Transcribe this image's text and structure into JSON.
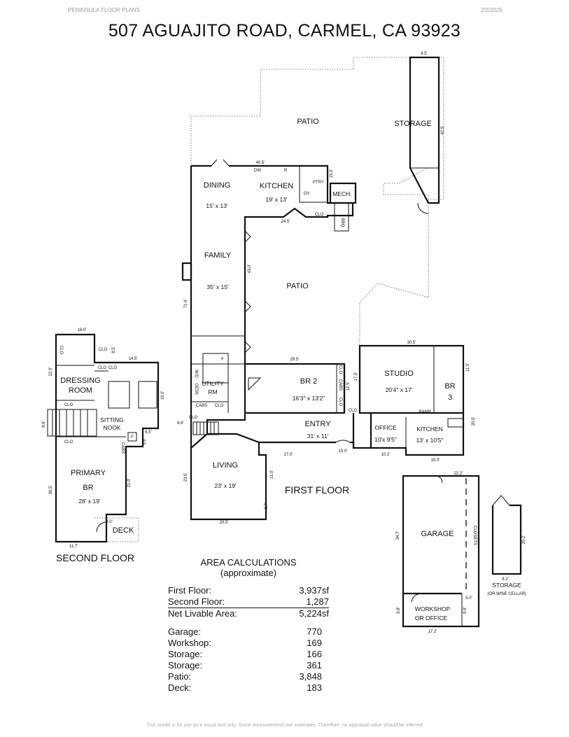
{
  "header": {
    "left": "PENINSULA FLOOR PLANS",
    "right": "2/2/2026",
    "title": "507 AGUAJITO ROAD, CARMEL, CA  93923"
  },
  "floor_labels": {
    "first": "FIRST FLOOR",
    "second": "SECOND FLOOR"
  },
  "rooms": {
    "patio_top": "PATIO",
    "storage_top": "STORAGE",
    "dining": {
      "name": "DINING",
      "size": "15' x 13'"
    },
    "kitchen": {
      "name": "KITCHEN",
      "size": "19' x 13'"
    },
    "pantry": "PTRY",
    "mech": "MECH.",
    "bbq": "BBQ",
    "family": {
      "name": "FAMILY",
      "size": "35' x 15'"
    },
    "patio_mid": "PATIO",
    "utility": {
      "name": "UTILITY",
      "name2": "RM"
    },
    "br2": {
      "name": "BR 2",
      "size": "16'3\" x 13'2\""
    },
    "studio": {
      "name": "STUDIO",
      "size": "20'4\" x 17'"
    },
    "br3": {
      "name": "BR",
      "name2": "3"
    },
    "entry": {
      "name": "ENTRY",
      "size": "31' x 11'"
    },
    "office": {
      "name": "OFFICE",
      "size": "10'x 9'5\""
    },
    "kitchen2": {
      "name": "KITCHEN",
      "size": "13' x 10'5\""
    },
    "living": {
      "name": "LIVING",
      "size": "23' x 19'"
    },
    "garage": "GARAGE",
    "workshop": {
      "name": "WORKSHOP",
      "name2": "OR OFFICE"
    },
    "storage_cellar": {
      "name": "STORAGE",
      "name2": "(OR WINE CELLAR)"
    },
    "dressing": {
      "name": "DRESSING",
      "name2": "ROOM"
    },
    "sitting": {
      "name": "SITTING",
      "name2": "NOOK"
    },
    "primary": {
      "name": "PRIMARY",
      "name2": "BR",
      "size": "28' x 19'"
    },
    "deck": "DECK"
  },
  "small_labels": {
    "clo": "CLO",
    "ramp": "RAMP",
    "dw": "DW",
    "r": "R",
    "ov": "OV",
    "wd": "W/D",
    "desk": "DESK",
    "cabs": "CABS",
    "closets": "CLOSETS",
    "f": "F"
  },
  "dimensions": {
    "d8_5_top": "8.5'",
    "d42_5": "42.5'",
    "d40_5": "40.5'",
    "d15_0_kit": "15.0'",
    "d24_5": "24.5'",
    "d43_0": "43.0'",
    "d71_4": "71.4'",
    "d29_5": "29.5'",
    "d30_5_studio": "30.5'",
    "d11_5": "11.5'",
    "d17_5": "17.5'",
    "d12_5": "12.5'",
    "d20_5": "20.5'",
    "d8_6_first": "8.6'",
    "d17_0": "17.0'",
    "d15_0_entry": "15.0'",
    "d10_2": "10.2'",
    "d19_3": "19.3'",
    "d23_5": "23.5'",
    "d11_0": "11.0'",
    "d6_7": "6.7'",
    "d20_5_living": "20.5'",
    "d22_2": "22.2'",
    "d34_7": "34.7'",
    "d20_2": "20.2'",
    "d8_2": "8.2'",
    "d5_0": "5.0'",
    "d9_8_left": "9.8'",
    "d9_8_right": "9.8'",
    "d17_2": "17.2'",
    "d16_0": "16.0'",
    "d14_5": "14.5'",
    "d8_5_dress": "8.5'",
    "d22_0": "22.0'",
    "d19_0": "19.0'",
    "d8_6_second": "8.6'",
    "d6_5": "6.5'",
    "d5_6": "5.6'",
    "d30_5_primary": "30.5'",
    "d21_0": "21.0'",
    "d9_0": "9.0'",
    "d11_7": "11.7'"
  },
  "area": {
    "title": "AREA CALCULATIONS",
    "subtitle": "(approximate)",
    "rows": [
      {
        "label": "First  Floor:",
        "value": "3,937sf"
      },
      {
        "label": "Second Floor:",
        "value": "1,287"
      },
      {
        "label": "Net Livable Area:",
        "value": "5,224sf"
      }
    ],
    "rows2": [
      {
        "label": "Garage:",
        "value": "770"
      },
      {
        "label": "Workshop:",
        "value": "169"
      },
      {
        "label": "Storage:",
        "value": "166"
      },
      {
        "label": "Storage:",
        "value": "361"
      },
      {
        "label": "Patio:",
        "value": "3,848"
      },
      {
        "label": "Deck:",
        "value": "183"
      }
    ]
  },
  "footer": "This model is for use as a visual tool only. Some measurements are estimates. Therefore, no appraisal value should be inferred"
}
